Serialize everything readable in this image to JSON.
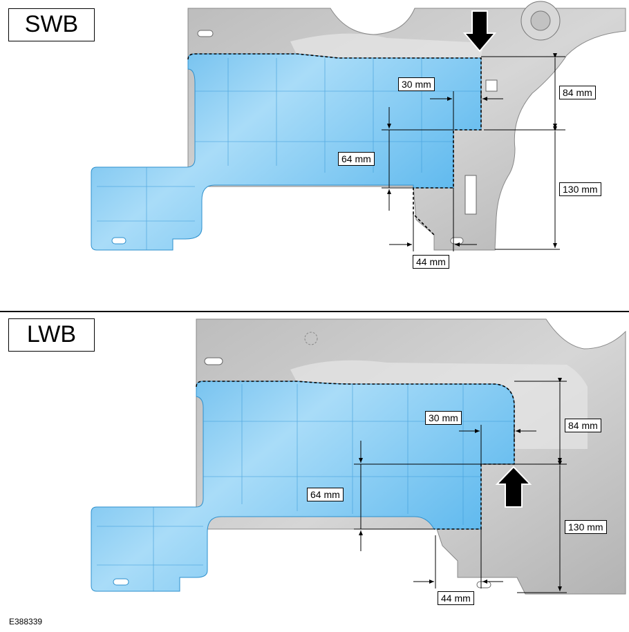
{
  "panels": {
    "swb": {
      "title": "SWB",
      "labels": {
        "top_offset": "30 mm",
        "upper_height": "84 mm",
        "middle_height": "64 mm",
        "lower_height": "130 mm",
        "bottom_offset": "44 mm"
      },
      "arrow_direction": "down"
    },
    "lwb": {
      "title": "LWB",
      "labels": {
        "top_offset": "30 mm",
        "upper_height": "84 mm",
        "middle_height": "64 mm",
        "lower_height": "130 mm",
        "bottom_offset": "44 mm"
      },
      "arrow_direction": "up"
    }
  },
  "reference_code": "E388339",
  "colors": {
    "panel_grey": "#c9c9c9",
    "panel_grey_light": "#e3e3e3",
    "highlight_blue": "#5fb8ec",
    "highlight_blue_light": "#9bd4f5",
    "line": "#000000"
  }
}
